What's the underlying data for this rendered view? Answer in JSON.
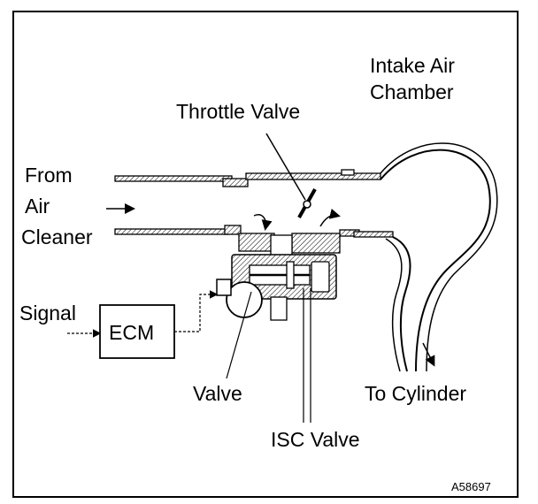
{
  "labels": {
    "intake_air": "Intake Air",
    "chamber": "Chamber",
    "throttle_valve": "Throttle Valve",
    "from": "From",
    "air": "Air",
    "cleaner": "Cleaner",
    "signal": "Signal",
    "ecm": "ECM",
    "valve": "Valve",
    "to_cylinder": "To Cylinder",
    "isc_valve": "ISC Valve",
    "figure_code": "A58697"
  }
}
